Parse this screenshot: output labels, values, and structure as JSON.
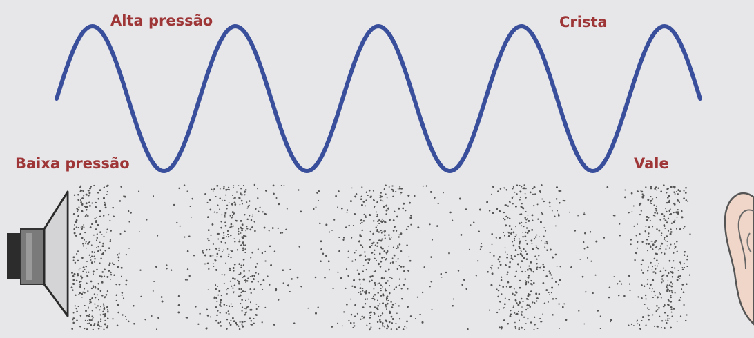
{
  "labels": {
    "high_pressure": "Alta pressão",
    "crest": "Crista",
    "low_pressure": "Baixa pressão",
    "trough": "Vale"
  },
  "wave": {
    "cycles": 4.5,
    "color": "#3a4f9c"
  },
  "particles": {
    "color": "#555555",
    "compressions": 5
  },
  "icons": [
    "speaker-icon",
    "ear-icon"
  ],
  "colors": {
    "background": "#e7e7e9",
    "label": "#9e3536"
  }
}
